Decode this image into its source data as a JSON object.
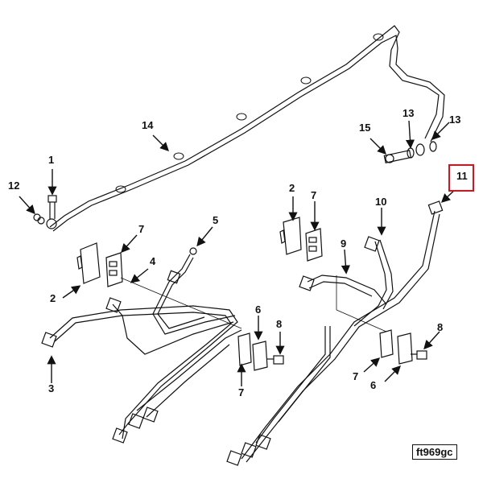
{
  "figure_id": "ft969gc",
  "callouts": [
    {
      "id": "c1",
      "text": "1"
    },
    {
      "id": "c12",
      "text": "12"
    },
    {
      "id": "c14",
      "text": "14"
    },
    {
      "id": "c15",
      "text": "15"
    },
    {
      "id": "c13a",
      "text": "13"
    },
    {
      "id": "c13b",
      "text": "13"
    },
    {
      "id": "c11",
      "text": "11",
      "highlighted": true
    },
    {
      "id": "c2a",
      "text": "2"
    },
    {
      "id": "c7a",
      "text": "7"
    },
    {
      "id": "c10",
      "text": "10"
    },
    {
      "id": "c9",
      "text": "9"
    },
    {
      "id": "c7b",
      "text": "7"
    },
    {
      "id": "c5",
      "text": "5"
    },
    {
      "id": "c4",
      "text": "4"
    },
    {
      "id": "c2b",
      "text": "2"
    },
    {
      "id": "c3",
      "text": "3"
    },
    {
      "id": "c6a",
      "text": "6"
    },
    {
      "id": "c8a",
      "text": "8"
    },
    {
      "id": "c7c",
      "text": "7"
    },
    {
      "id": "c8b",
      "text": "8"
    },
    {
      "id": "c7d",
      "text": "7"
    },
    {
      "id": "c6b",
      "text": "6"
    }
  ],
  "colors": {
    "line": "#111111",
    "highlight_box": "#e0101a",
    "background": "#ffffff"
  }
}
